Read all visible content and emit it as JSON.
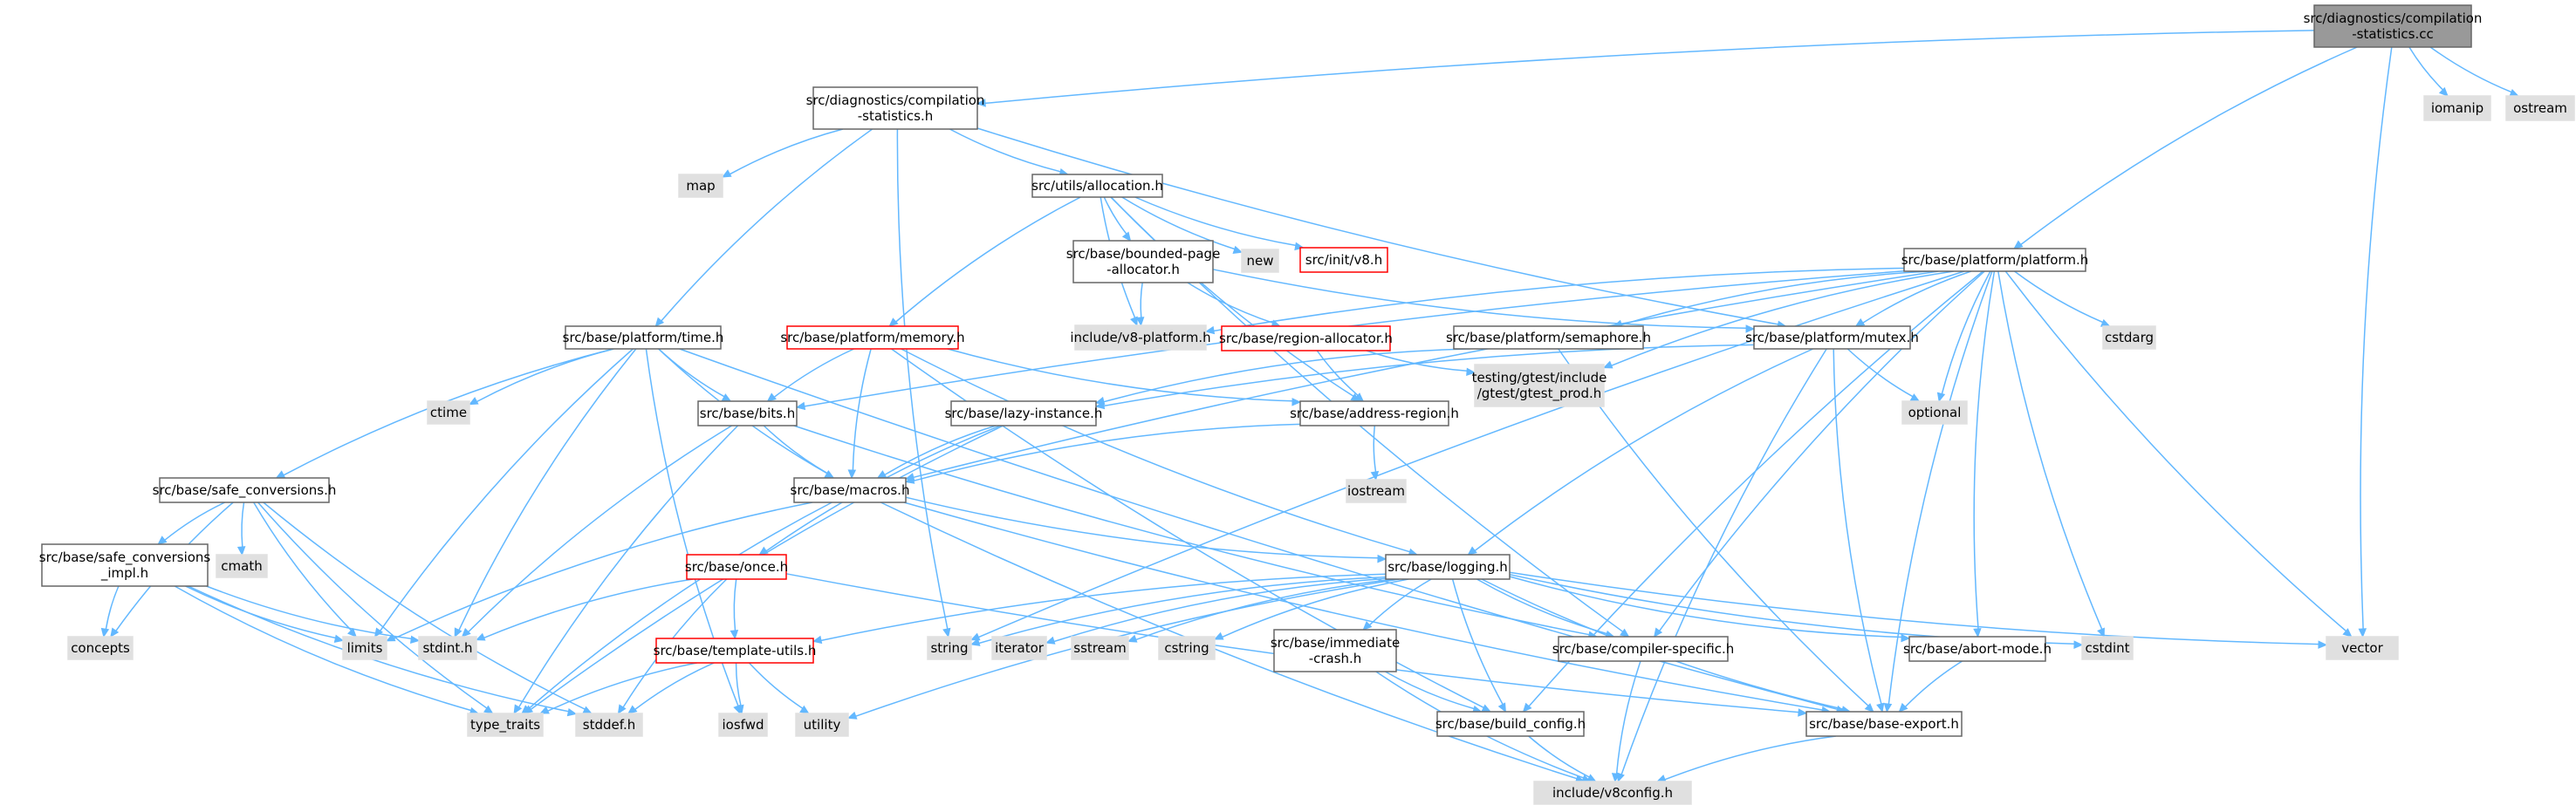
{
  "colors": {
    "edge": "#63b8ff",
    "root_fill": "#999999",
    "root_border": "#666666",
    "internal_fill": "#ffffff",
    "internal_border": "#666666",
    "missing_fill": "#ffffff",
    "missing_border": "#ff0000",
    "system_fill": "#e0e0e0",
    "system_border": "#e0e0e0",
    "text": "#000000"
  },
  "nodes": [
    {
      "id": "root",
      "kind": "root",
      "lines": [
        "src/diagnostics/compilation",
        "-statistics.cc"
      ]
    },
    {
      "id": "cs_h",
      "kind": "internal",
      "lines": [
        "src/diagnostics/compilation",
        "-statistics.h"
      ]
    },
    {
      "id": "iomanip",
      "kind": "system",
      "lines": [
        "iomanip"
      ]
    },
    {
      "id": "ostream",
      "kind": "system",
      "lines": [
        "ostream"
      ]
    },
    {
      "id": "platform_h",
      "kind": "internal",
      "lines": [
        "src/base/platform/platform.h"
      ]
    },
    {
      "id": "vector",
      "kind": "system",
      "lines": [
        "vector"
      ]
    },
    {
      "id": "map",
      "kind": "system",
      "lines": [
        "map"
      ]
    },
    {
      "id": "allocation_h",
      "kind": "internal",
      "lines": [
        "src/utils/allocation.h"
      ]
    },
    {
      "id": "time_h",
      "kind": "internal",
      "lines": [
        "src/base/platform/time.h"
      ]
    },
    {
      "id": "mutex_h",
      "kind": "internal",
      "lines": [
        "src/base/platform/mutex.h"
      ]
    },
    {
      "id": "new",
      "kind": "system",
      "lines": [
        "new"
      ]
    },
    {
      "id": "v8_h",
      "kind": "missing",
      "lines": [
        "src/init/v8.h"
      ]
    },
    {
      "id": "bpa_h",
      "kind": "internal",
      "lines": [
        "src/base/bounded-page",
        "-allocator.h"
      ]
    },
    {
      "id": "memory_h",
      "kind": "missing",
      "lines": [
        "src/base/platform/memory.h"
      ]
    },
    {
      "id": "v8platform_h",
      "kind": "system",
      "lines": [
        "include/v8-platform.h"
      ]
    },
    {
      "id": "region_alloc_h",
      "kind": "missing",
      "lines": [
        "src/base/region-allocator.h"
      ]
    },
    {
      "id": "semaphore_h",
      "kind": "internal",
      "lines": [
        "src/base/platform/semaphore.h"
      ]
    },
    {
      "id": "cstdarg",
      "kind": "system",
      "lines": [
        "cstdarg"
      ]
    },
    {
      "id": "gtest_prod",
      "kind": "system",
      "lines": [
        "testing/gtest/include",
        "/gtest/gtest_prod.h"
      ]
    },
    {
      "id": "optional",
      "kind": "system",
      "lines": [
        "optional"
      ]
    },
    {
      "id": "ctime",
      "kind": "system",
      "lines": [
        "ctime"
      ]
    },
    {
      "id": "bits_h",
      "kind": "internal",
      "lines": [
        "src/base/bits.h"
      ]
    },
    {
      "id": "lazy_h",
      "kind": "internal",
      "lines": [
        "src/base/lazy-instance.h"
      ]
    },
    {
      "id": "addr_region_h",
      "kind": "internal",
      "lines": [
        "src/base/address-region.h"
      ]
    },
    {
      "id": "iostream",
      "kind": "system",
      "lines": [
        "iostream"
      ]
    },
    {
      "id": "safe_conv_h",
      "kind": "internal",
      "lines": [
        "src/base/safe_conversions.h"
      ]
    },
    {
      "id": "macros_h",
      "kind": "internal",
      "lines": [
        "src/base/macros.h"
      ]
    },
    {
      "id": "safe_conv_impl_h",
      "kind": "internal",
      "lines": [
        "src/base/safe_conversions",
        "_impl.h"
      ]
    },
    {
      "id": "cmath",
      "kind": "system",
      "lines": [
        "cmath"
      ]
    },
    {
      "id": "once_h",
      "kind": "missing",
      "lines": [
        "src/base/once.h"
      ]
    },
    {
      "id": "logging_h",
      "kind": "internal",
      "lines": [
        "src/base/logging.h"
      ]
    },
    {
      "id": "concepts",
      "kind": "system",
      "lines": [
        "concepts"
      ]
    },
    {
      "id": "limits",
      "kind": "system",
      "lines": [
        "limits"
      ]
    },
    {
      "id": "stdint_h",
      "kind": "system",
      "lines": [
        "stdint.h"
      ]
    },
    {
      "id": "template_utils_h",
      "kind": "missing",
      "lines": [
        "src/base/template-utils.h"
      ]
    },
    {
      "id": "string",
      "kind": "system",
      "lines": [
        "string"
      ]
    },
    {
      "id": "iterator",
      "kind": "system",
      "lines": [
        "iterator"
      ]
    },
    {
      "id": "sstream",
      "kind": "system",
      "lines": [
        "sstream"
      ]
    },
    {
      "id": "cstring",
      "kind": "system",
      "lines": [
        "cstring"
      ]
    },
    {
      "id": "immediate_crash_h",
      "kind": "internal",
      "lines": [
        "src/base/immediate",
        "-crash.h"
      ]
    },
    {
      "id": "compiler_specific_h",
      "kind": "internal",
      "lines": [
        "src/base/compiler-specific.h"
      ]
    },
    {
      "id": "abort_mode_h",
      "kind": "internal",
      "lines": [
        "src/base/abort-mode.h"
      ]
    },
    {
      "id": "cstdint",
      "kind": "system",
      "lines": [
        "cstdint"
      ]
    },
    {
      "id": "type_traits",
      "kind": "system",
      "lines": [
        "type_traits"
      ]
    },
    {
      "id": "stddef_h",
      "kind": "system",
      "lines": [
        "stddef.h"
      ]
    },
    {
      "id": "iosfwd",
      "kind": "system",
      "lines": [
        "iosfwd"
      ]
    },
    {
      "id": "utility",
      "kind": "system",
      "lines": [
        "utility"
      ]
    },
    {
      "id": "build_config_h",
      "kind": "internal",
      "lines": [
        "src/base/build_config.h"
      ]
    },
    {
      "id": "base_export_h",
      "kind": "internal",
      "lines": [
        "src/base/base-export.h"
      ]
    },
    {
      "id": "v8config_h",
      "kind": "system",
      "lines": [
        "include/v8config.h"
      ]
    }
  ],
  "edges": [
    [
      "root",
      "cs_h"
    ],
    [
      "root",
      "iomanip"
    ],
    [
      "root",
      "ostream"
    ],
    [
      "root",
      "platform_h"
    ],
    [
      "root",
      "vector"
    ],
    [
      "cs_h",
      "map"
    ],
    [
      "cs_h",
      "allocation_h"
    ],
    [
      "cs_h",
      "time_h"
    ],
    [
      "cs_h",
      "mutex_h"
    ],
    [
      "cs_h",
      "string"
    ],
    [
      "allocation_h",
      "new"
    ],
    [
      "allocation_h",
      "v8_h"
    ],
    [
      "allocation_h",
      "bpa_h"
    ],
    [
      "allocation_h",
      "memory_h"
    ],
    [
      "allocation_h",
      "v8platform_h"
    ],
    [
      "allocation_h",
      "addr_region_h"
    ],
    [
      "allocation_h",
      "compiler_specific_h"
    ],
    [
      "bpa_h",
      "v8platform_h"
    ],
    [
      "bpa_h",
      "region_alloc_h"
    ],
    [
      "bpa_h",
      "mutex_h"
    ],
    [
      "region_alloc_h",
      "addr_region_h"
    ],
    [
      "region_alloc_h",
      "gtest_prod"
    ],
    [
      "addr_region_h",
      "iostream"
    ],
    [
      "addr_region_h",
      "macros_h"
    ],
    [
      "platform_h",
      "v8platform_h"
    ],
    [
      "platform_h",
      "semaphore_h"
    ],
    [
      "platform_h",
      "mutex_h"
    ],
    [
      "platform_h",
      "cstdarg"
    ],
    [
      "platform_h",
      "optional"
    ],
    [
      "platform_h",
      "gtest_prod"
    ],
    [
      "platform_h",
      "vector"
    ],
    [
      "platform_h",
      "cstdint"
    ],
    [
      "platform_h",
      "string"
    ],
    [
      "platform_h",
      "abort_mode_h"
    ],
    [
      "platform_h",
      "base_export_h"
    ],
    [
      "platform_h",
      "build_config_h"
    ],
    [
      "platform_h",
      "compiler_specific_h"
    ],
    [
      "platform_h",
      "macros_h"
    ],
    [
      "platform_h",
      "bits_h"
    ],
    [
      "semaphore_h",
      "lazy_h"
    ],
    [
      "semaphore_h",
      "base_export_h"
    ],
    [
      "mutex_h",
      "optional"
    ],
    [
      "mutex_h",
      "logging_h"
    ],
    [
      "mutex_h",
      "lazy_h"
    ],
    [
      "mutex_h",
      "base_export_h"
    ],
    [
      "mutex_h",
      "v8config_h"
    ],
    [
      "lazy_h",
      "macros_h"
    ],
    [
      "lazy_h",
      "once_h"
    ],
    [
      "lazy_h",
      "type_traits"
    ],
    [
      "time_h",
      "ctime"
    ],
    [
      "time_h",
      "bits_h"
    ],
    [
      "time_h",
      "safe_conv_h"
    ],
    [
      "time_h",
      "macros_h"
    ],
    [
      "time_h",
      "limits"
    ],
    [
      "time_h",
      "stdint_h"
    ],
    [
      "time_h",
      "iosfwd"
    ],
    [
      "time_h",
      "base_export_h"
    ],
    [
      "memory_h",
      "bits_h"
    ],
    [
      "memory_h",
      "macros_h"
    ],
    [
      "memory_h",
      "logging_h"
    ],
    [
      "memory_h",
      "addr_region_h"
    ],
    [
      "memory_h",
      "build_config_h"
    ],
    [
      "bits_h",
      "macros_h"
    ],
    [
      "bits_h",
      "stdint_h"
    ],
    [
      "bits_h",
      "type_traits"
    ],
    [
      "bits_h",
      "compiler_specific_h"
    ],
    [
      "macros_h",
      "logging_h"
    ],
    [
      "macros_h",
      "limits"
    ],
    [
      "macros_h",
      "type_traits"
    ],
    [
      "macros_h",
      "v8config_h"
    ],
    [
      "macros_h",
      "base_export_h"
    ],
    [
      "safe_conv_h",
      "safe_conv_impl_h"
    ],
    [
      "safe_conv_h",
      "cmath"
    ],
    [
      "safe_conv_h",
      "concepts"
    ],
    [
      "safe_conv_h",
      "limits"
    ],
    [
      "safe_conv_h",
      "type_traits"
    ],
    [
      "safe_conv_h",
      "stddef_h"
    ],
    [
      "safe_conv_impl_h",
      "concepts"
    ],
    [
      "safe_conv_impl_h",
      "limits"
    ],
    [
      "safe_conv_impl_h",
      "stdint_h"
    ],
    [
      "safe_conv_impl_h",
      "type_traits"
    ],
    [
      "safe_conv_impl_h",
      "stddef_h"
    ],
    [
      "once_h",
      "stdint_h"
    ],
    [
      "once_h",
      "template_utils_h"
    ],
    [
      "once_h",
      "stddef_h"
    ],
    [
      "once_h",
      "base_export_h"
    ],
    [
      "template_utils_h",
      "type_traits"
    ],
    [
      "template_utils_h",
      "stddef_h"
    ],
    [
      "template_utils_h",
      "iosfwd"
    ],
    [
      "template_utils_h",
      "utility"
    ],
    [
      "logging_h",
      "string"
    ],
    [
      "logging_h",
      "iterator"
    ],
    [
      "logging_h",
      "sstream"
    ],
    [
      "logging_h",
      "cstring"
    ],
    [
      "logging_h",
      "immediate_crash_h"
    ],
    [
      "logging_h",
      "compiler_specific_h"
    ],
    [
      "logging_h",
      "abort_mode_h"
    ],
    [
      "logging_h",
      "cstdint"
    ],
    [
      "logging_h",
      "vector"
    ],
    [
      "logging_h",
      "utility"
    ],
    [
      "logging_h",
      "build_config_h"
    ],
    [
      "logging_h",
      "base_export_h"
    ],
    [
      "logging_h",
      "template_utils_h"
    ],
    [
      "immediate_crash_h",
      "build_config_h"
    ],
    [
      "immediate_crash_h",
      "v8config_h"
    ],
    [
      "compiler_specific_h",
      "v8config_h"
    ],
    [
      "abort_mode_h",
      "base_export_h"
    ],
    [
      "build_config_h",
      "v8config_h"
    ],
    [
      "base_export_h",
      "v8config_h"
    ]
  ]
}
